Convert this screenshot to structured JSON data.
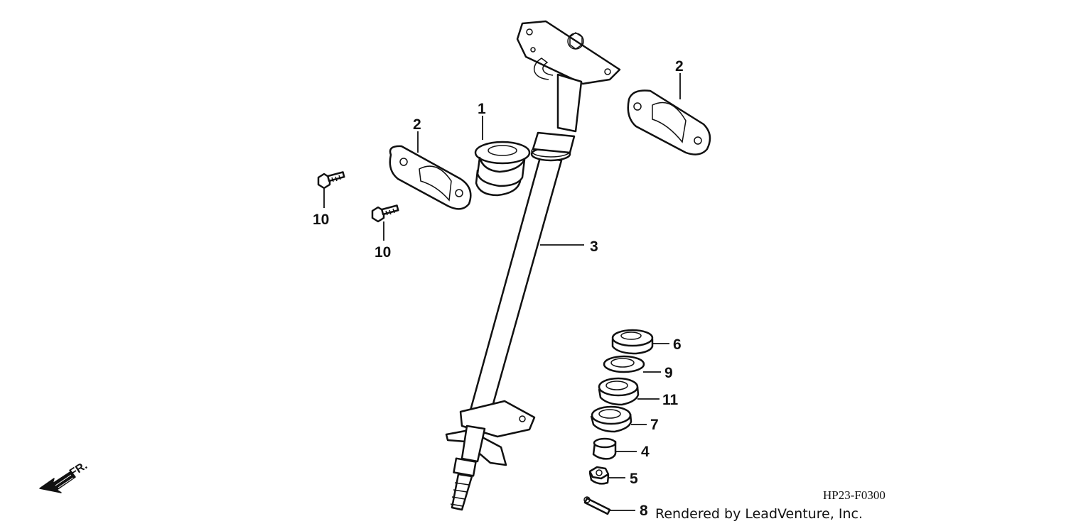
{
  "diagram": {
    "diagram_code": "HP23-F0300",
    "credit": "Rendered by LeadVenture, Inc.",
    "direction_label": "FR.",
    "callouts": [
      {
        "id": "c1",
        "label": "1"
      },
      {
        "id": "c2a",
        "label": "2"
      },
      {
        "id": "c2b",
        "label": "2"
      },
      {
        "id": "c3",
        "label": "3"
      },
      {
        "id": "c4",
        "label": "4"
      },
      {
        "id": "c5",
        "label": "5"
      },
      {
        "id": "c6",
        "label": "6"
      },
      {
        "id": "c7",
        "label": "7"
      },
      {
        "id": "c8",
        "label": "8"
      },
      {
        "id": "c9",
        "label": "9"
      },
      {
        "id": "c10a",
        "label": "10"
      },
      {
        "id": "c10b",
        "label": "10"
      },
      {
        "id": "c11",
        "label": "11"
      }
    ]
  }
}
